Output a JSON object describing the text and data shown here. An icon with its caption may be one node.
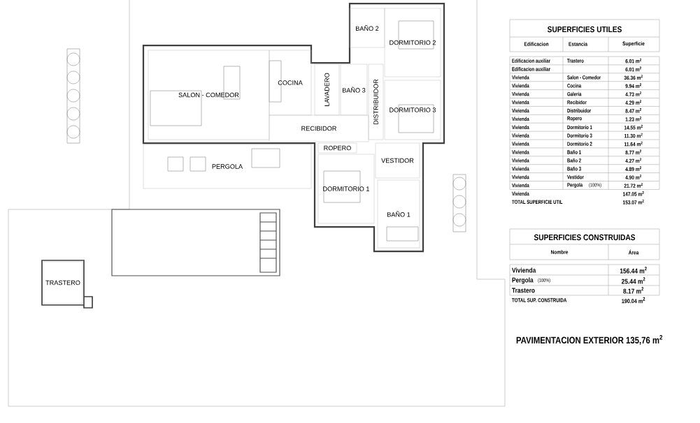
{
  "diagram": {
    "nodes": [
      {
        "text": [
          "SALON - COMEDOR"
        ]
      },
      {
        "text": [
          "COCINA"
        ]
      },
      {
        "text": [
          "LAVADERO"
        ]
      },
      {
        "text": [
          "BAÑO 3"
        ]
      },
      {
        "text": [
          "BAÑO 2"
        ]
      },
      {
        "text": [
          "DORMITORIO 2"
        ]
      },
      {
        "text": [
          "DORMITORIO 3"
        ]
      },
      {
        "text": [
          "DISTRIBUIDOR"
        ]
      },
      {
        "text": [
          "RECIBIDOR"
        ]
      },
      {
        "text": [
          "PERGOLA"
        ]
      },
      {
        "text": [
          "ROPERO"
        ]
      },
      {
        "text": [
          "DORMITORIO 1"
        ]
      },
      {
        "text": [
          "VESTIDOR"
        ]
      },
      {
        "text": [
          "BAÑO 1"
        ]
      },
      {
        "text": [
          "TRASTERO"
        ]
      }
    ],
    "labels": [
      "SUPERFICIES UTILES",
      "Edificacion",
      "Estancia",
      "Superficie",
      "Edificacion auxiliar",
      "Trastero",
      "6.01 m$^{2}$",
      "Edificacion auxiliar",
      "6.01 m$^{2}$",
      "Vivienda",
      "Salon - Comedor",
      "36.36 m$^{2}$",
      "Vivienda",
      "Cocina",
      "9.94 m$^{2}$",
      "Vivienda",
      "Galeria",
      "4.73 m$^{2}$",
      "Vivienda",
      "Recibidor",
      "4.29 m$^{2}$",
      "Vivienda",
      "Distribuidor",
      "8.47 m$^{2}$",
      "Vivienda",
      "Ropero",
      "1.23 m$^{2}$",
      "Vivienda",
      "Dormitorio 1",
      "14.55 m$^{2}$",
      "Vivienda",
      "Dormitorio 3",
      "11.30 m$^{2}$",
      "Vivienda",
      "Dormitorio 2",
      "11.64 m$^{2}$",
      "Vivienda",
      "Baño 1",
      "8.77 m$^{2}$",
      "Vivienda",
      "Baño 2",
      "4.27 m$^{2}$",
      "Vivienda",
      "Baño 3",
      "4.89 m$^{2}$",
      "Vivienda",
      "Vestidor",
      "4.90 m$^{2}$",
      "Vivienda",
      "Pergola",
      "(100%)",
      "21.72 m$^{2}$",
      "Vivienda",
      "147.05 m$^{2}$",
      "TOTAL SUPERFICIE UTIL",
      "153.07 m$^{2}$",
      "SUPERFICIES CONSTRUIDAS",
      "Nombre",
      "Área",
      "Vivienda",
      "156.44 m$^{2}$",
      "Pergola",
      "(100%)",
      "25.44 m$^{2}$",
      "Trastero",
      "8.17 m$^{2}$",
      "TOTAL SUP. CONSTRUIDA",
      "190.04 m$^{2}$",
      "PAVIMENTACION EXTERIOR 135,76 m$^{2}$"
    ]
  }
}
